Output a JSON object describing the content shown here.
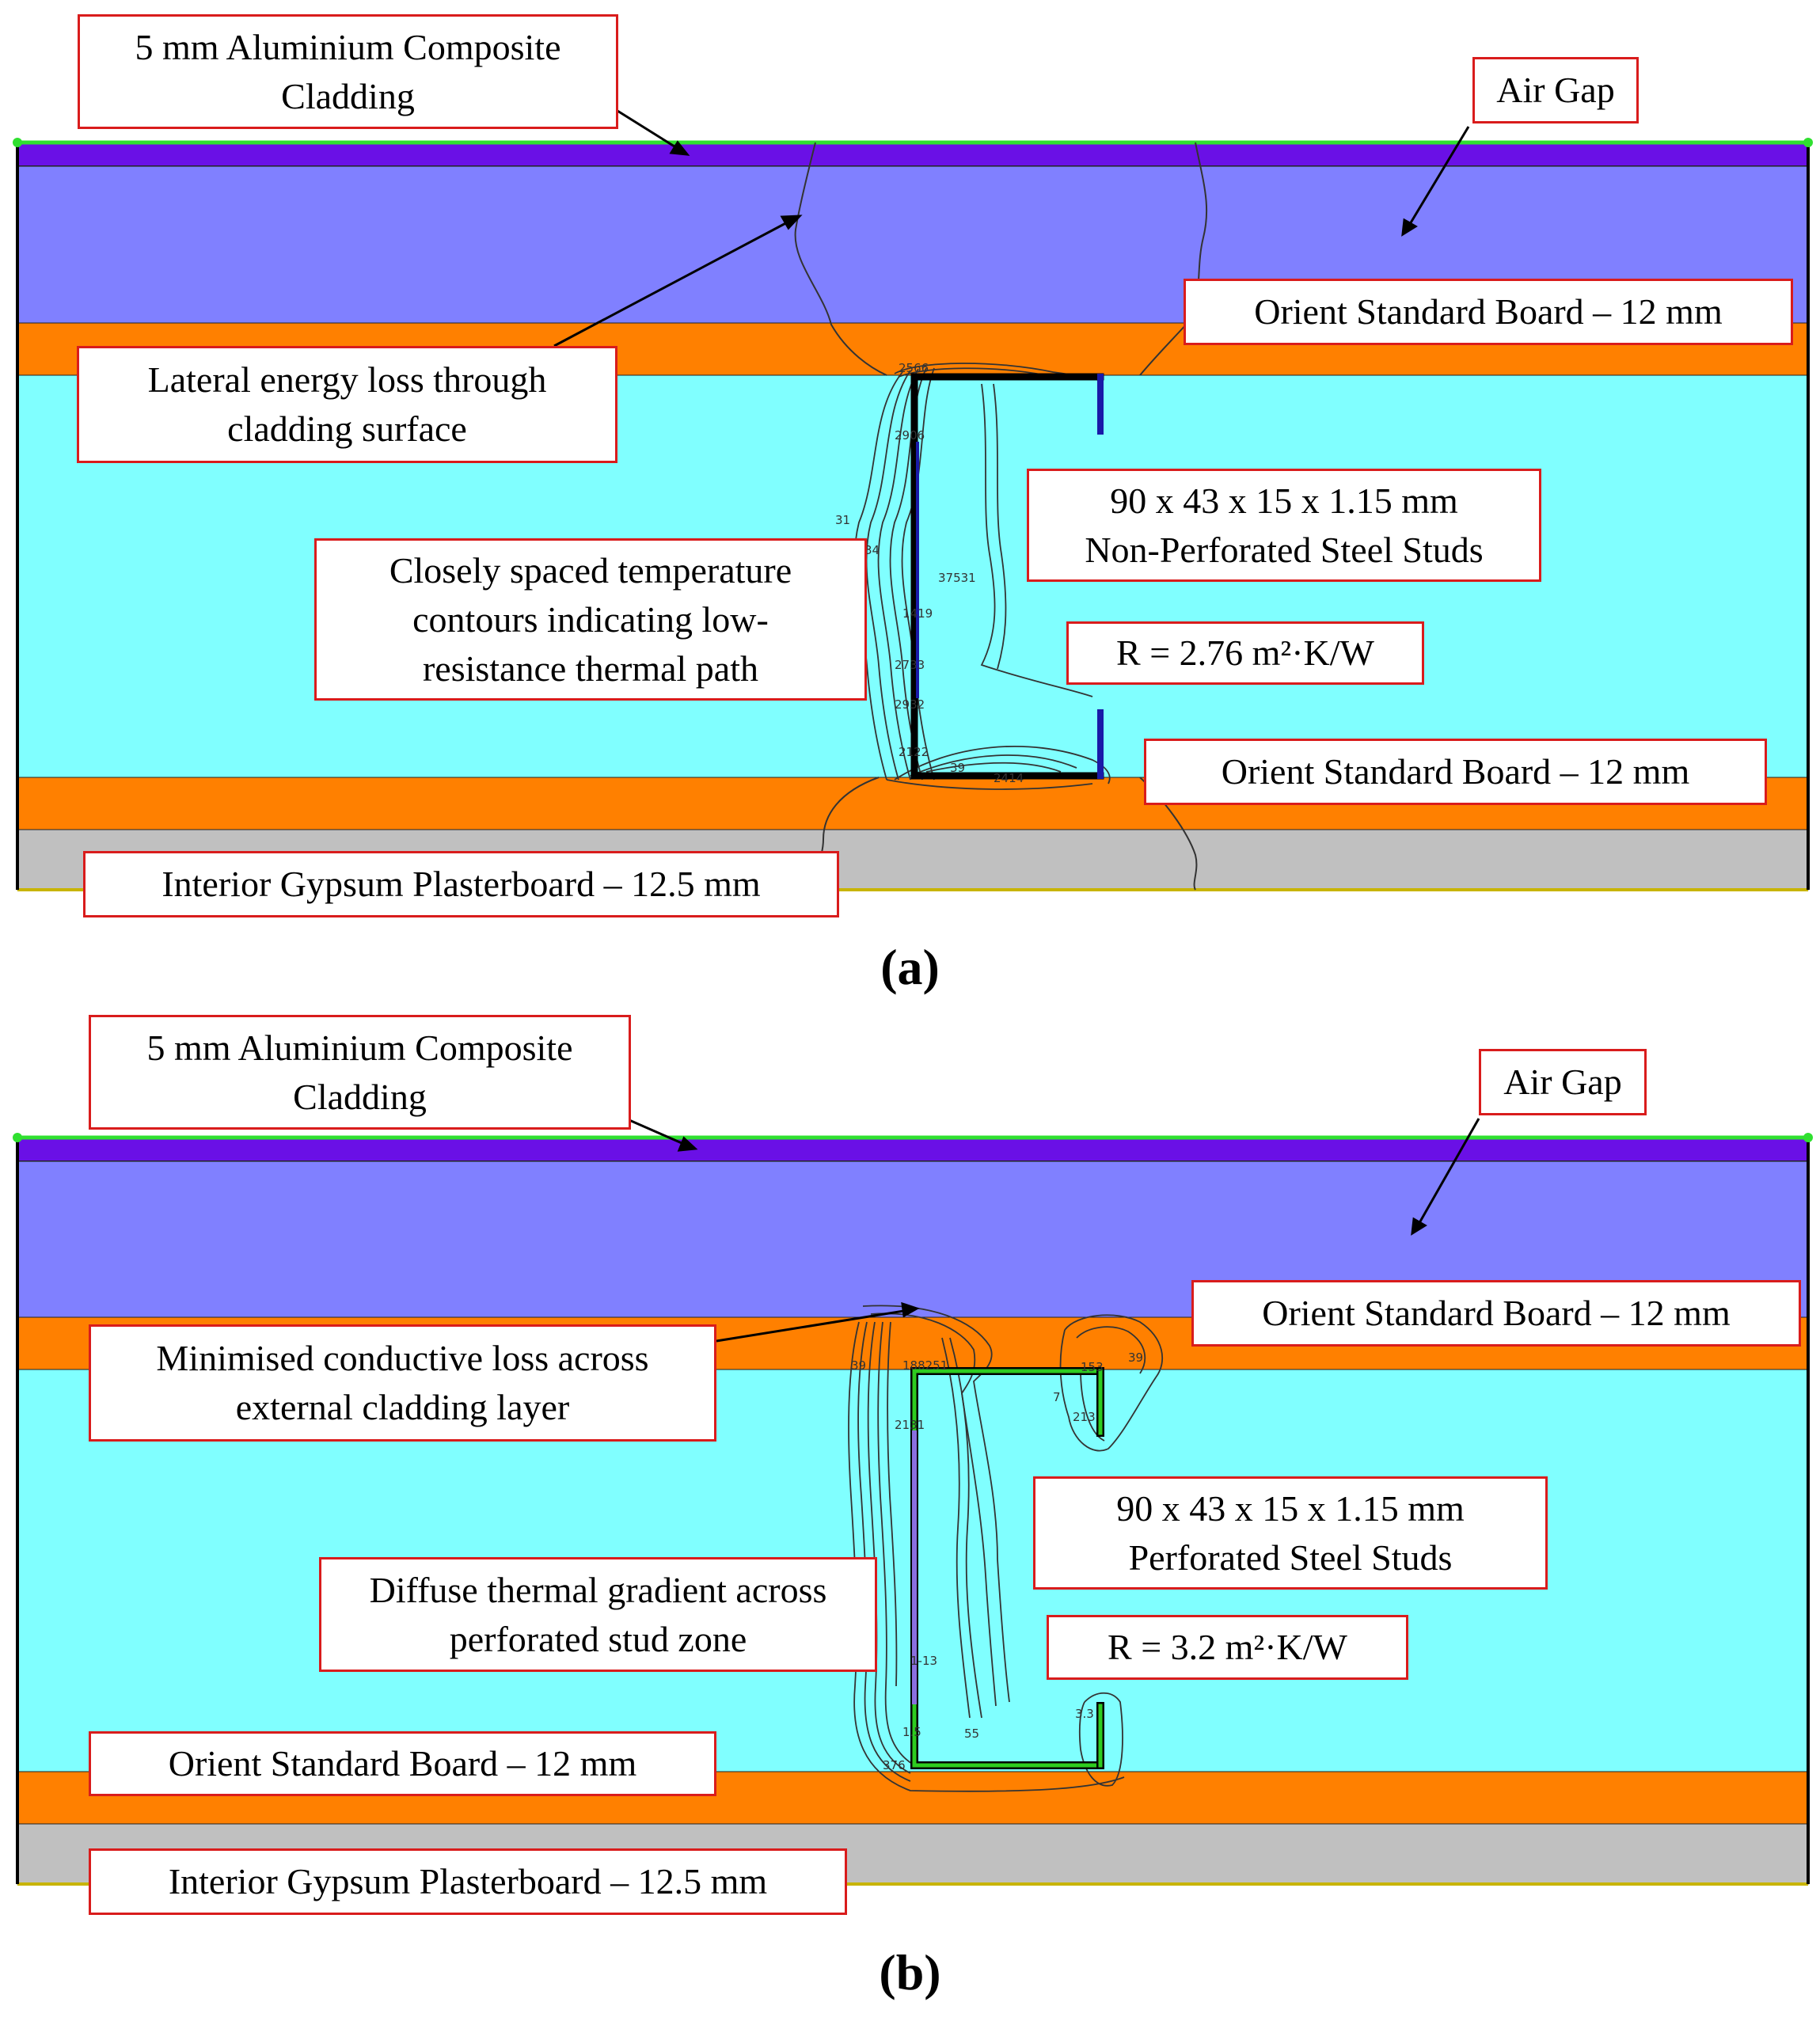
{
  "panel_a": {
    "labels": {
      "cladding": [
        "5 mm Aluminium Composite",
        "Cladding"
      ],
      "air_gap": "Air Gap",
      "osb_top": "Orient Standard Board – 12 mm",
      "lateral_loss": [
        "Lateral energy loss through",
        "cladding surface"
      ],
      "stud": [
        "90 x 43 x 15 x 1.15 mm",
        "Non-Perforated Steel Studs"
      ],
      "contours": [
        "Closely spaced temperature",
        "contours indicating low-",
        "resistance thermal path"
      ],
      "r_value": "R = 2.76 m²·K/W",
      "osb_bottom": "Orient Standard Board – 12 mm",
      "gypsum": "Interior Gypsum Plasterboard – 12.5 mm"
    },
    "caption": "(a)"
  },
  "panel_b": {
    "labels": {
      "cladding": [
        "5 mm Aluminium Composite",
        "Cladding"
      ],
      "air_gap": "Air Gap",
      "osb_top": "Orient Standard Board – 12 mm",
      "minimised": [
        "Minimised conductive loss across",
        "external cladding layer"
      ],
      "stud": [
        "90 x 43 x 15 x 1.15 mm",
        "Perforated Steel Studs"
      ],
      "gradient": [
        "Diffuse thermal gradient across",
        "perforated stud zone"
      ],
      "r_value": "R = 3.2 m²·K/W",
      "osb_bottom": "Orient Standard Board – 12 mm",
      "gypsum": "Interior Gypsum Plasterboard – 12.5 mm"
    },
    "caption": "(b)"
  },
  "colors": {
    "cladding": "#6a10e6",
    "air_gap": "#8080ff",
    "osb": "#ff8000",
    "insulation": "#80ffff",
    "gypsum": "#c0c0c0",
    "callout_border": "#d91c1c",
    "stud_a": "#000000",
    "stud_b": "#2ecc20"
  }
}
